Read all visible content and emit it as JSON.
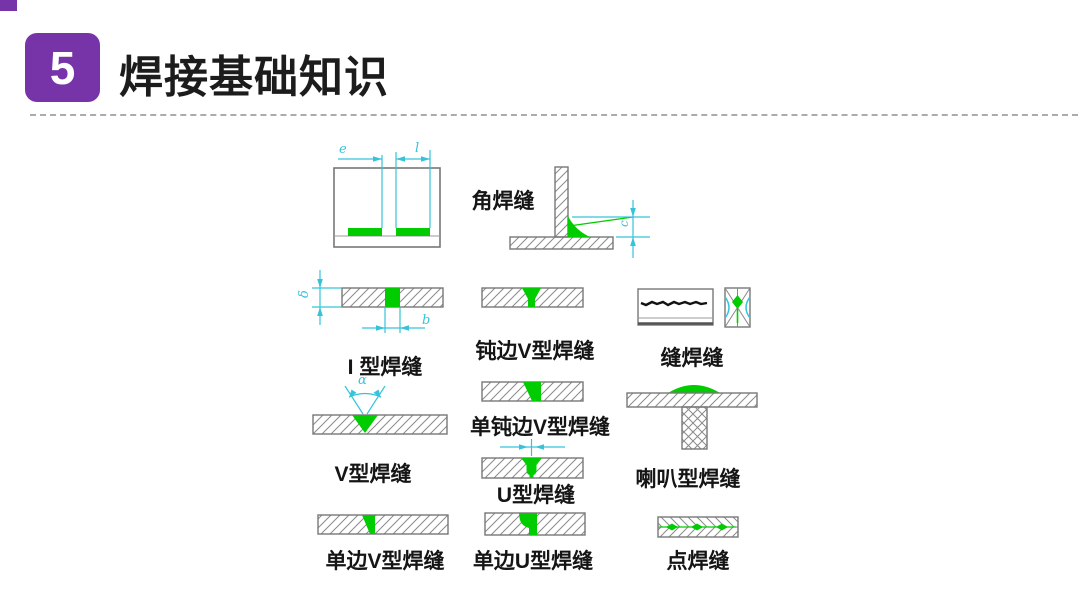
{
  "slide": {
    "number": "5",
    "title": "焊接基础知识",
    "accent_color": "#7733A8"
  },
  "diagram": {
    "weld_color": "#00CC00",
    "dimension_color": "#36C3DA",
    "labels": {
      "fillet": "角焊缝",
      "i_type": "I 型焊缝",
      "blunt_v": "钝边V型焊缝",
      "seam": "缝焊缝",
      "v_type": "V型焊缝",
      "single_blunt_v": "单钝边V型焊缝",
      "u_type": "U型焊缝",
      "flare": "喇叭型焊缝",
      "single_v": "单边V型焊缝",
      "single_u": "单边U型焊缝",
      "spot": "点焊缝"
    },
    "dims": {
      "pitch": "e",
      "length": "l",
      "thickness": "δ",
      "gap": "b",
      "angle": "α",
      "leg": "c"
    }
  }
}
